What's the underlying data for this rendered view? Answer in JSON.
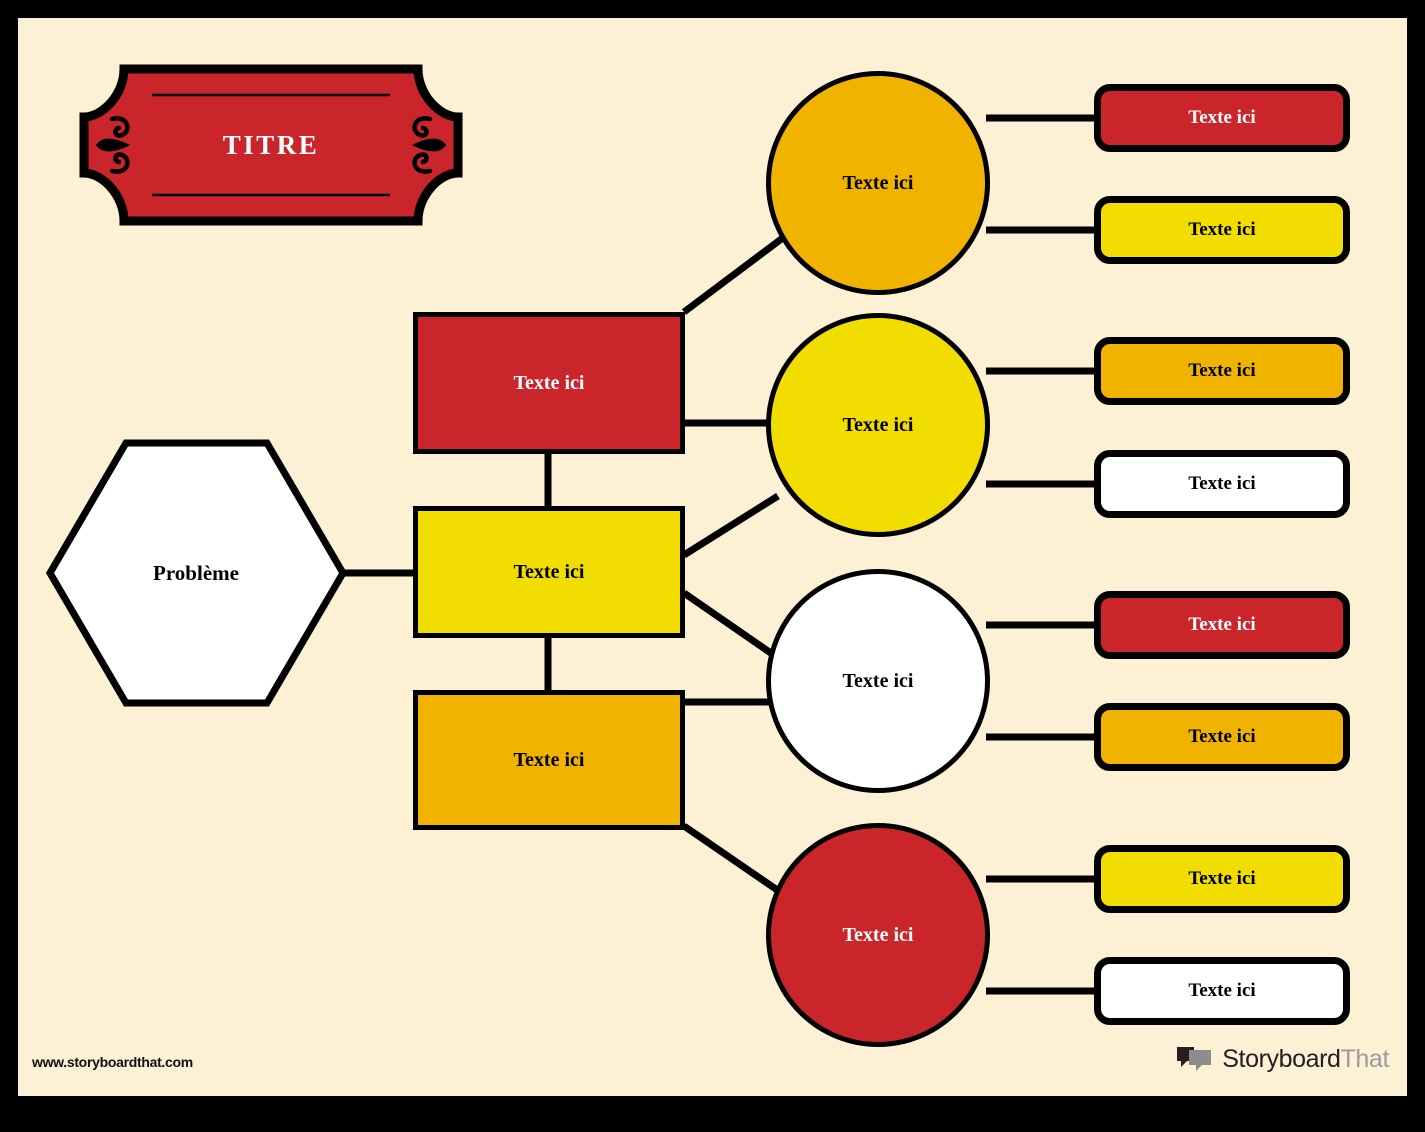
{
  "page": {
    "background_color": "#FCF0D5",
    "frame_color": "#000000",
    "outline_color": "#000000"
  },
  "palette": {
    "red": "#C9252B",
    "yellow": "#F2DD00",
    "orange": "#F0B400",
    "white": "#FFFFFF",
    "black": "#000000",
    "cream": "#FCF0D5"
  },
  "title": {
    "text": "TITRE",
    "banner_fill": "#C9252B",
    "text_color": "#FFFFFF",
    "left_ornament": "flourish-ornament",
    "right_ornament": "flourish-ornament"
  },
  "root": {
    "label": "Problème",
    "shape": "hexagon",
    "fill": "#FFFFFF",
    "text_color": "#000000"
  },
  "branches": [
    {
      "label": "Texte ici",
      "fill": "#C9252B",
      "text_color": "#FFFFFF",
      "shape": "rectangle"
    },
    {
      "label": "Texte ici",
      "fill": "#F2DD00",
      "text_color": "#000000",
      "shape": "rectangle"
    },
    {
      "label": "Texte ici",
      "fill": "#F0B400",
      "text_color": "#000000",
      "shape": "rectangle"
    }
  ],
  "nodes": [
    {
      "label": "Texte ici",
      "fill": "#F0B400",
      "text_color": "#000000",
      "shape": "circle",
      "leaves": [
        {
          "label": "Texte ici",
          "fill": "#C9252B",
          "text_color": "#FFFFFF"
        },
        {
          "label": "Texte ici",
          "fill": "#F2DD00",
          "text_color": "#000000"
        }
      ]
    },
    {
      "label": "Texte ici",
      "fill": "#F2DD00",
      "text_color": "#000000",
      "shape": "circle",
      "leaves": [
        {
          "label": "Texte ici",
          "fill": "#F0B400",
          "text_color": "#000000"
        },
        {
          "label": "Texte ici",
          "fill": "#FFFFFF",
          "text_color": "#000000"
        }
      ]
    },
    {
      "label": "Texte ici",
      "fill": "#FFFFFF",
      "text_color": "#000000",
      "shape": "circle",
      "leaves": [
        {
          "label": "Texte ici",
          "fill": "#C9252B",
          "text_color": "#FFFFFF"
        },
        {
          "label": "Texte ici",
          "fill": "#F0B400",
          "text_color": "#000000"
        }
      ]
    },
    {
      "label": "Texte ici",
      "fill": "#C9252B",
      "text_color": "#FFFFFF",
      "shape": "circle",
      "leaves": [
        {
          "label": "Texte ici",
          "fill": "#F2DD00",
          "text_color": "#000000"
        },
        {
          "label": "Texte ici",
          "fill": "#FFFFFF",
          "text_color": "#000000"
        }
      ]
    }
  ],
  "footer": {
    "url": "www.storyboardthat.com",
    "brand_primary": "Storyboard",
    "brand_secondary": "That",
    "logo_icon": "speech-bubbles-icon"
  }
}
